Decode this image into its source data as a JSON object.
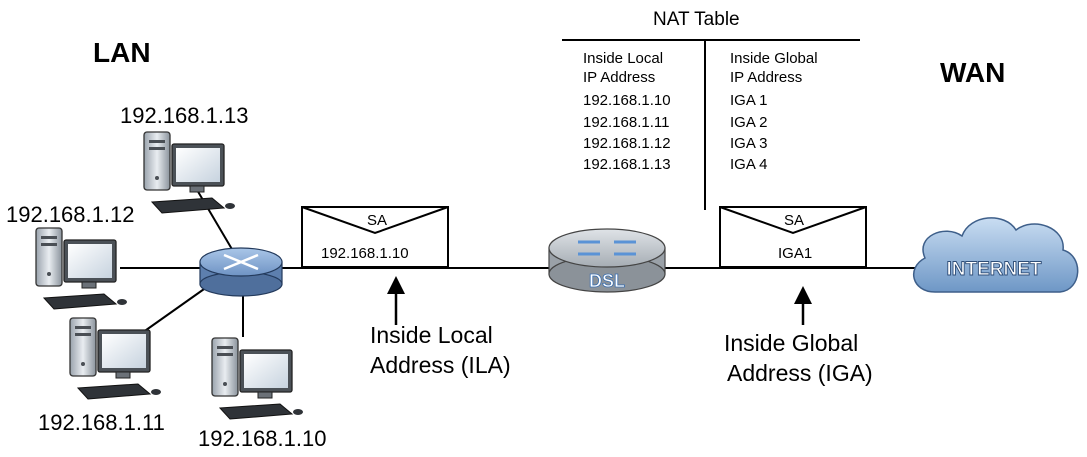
{
  "sections": {
    "lan": "LAN",
    "wan": "WAN"
  },
  "nat_table": {
    "title": "NAT Table",
    "columns": [
      {
        "header": [
          "Inside Local",
          "IP Address"
        ],
        "values": [
          "192.168.1.10",
          "192.168.1.11",
          "192.168.1.12",
          "192.168.1.13"
        ]
      },
      {
        "header": [
          "Inside Global",
          "IP Address"
        ],
        "values": [
          "IGA 1",
          "IGA 2",
          "IGA 3",
          "IGA 4"
        ]
      }
    ]
  },
  "hosts": {
    "host13": "192.168.1.13",
    "host12": "192.168.1.12",
    "host11": "192.168.1.11",
    "host10": "192.168.1.10"
  },
  "packets": {
    "lan_packet": {
      "header": "SA",
      "address": "192.168.1.10"
    },
    "wan_packet": {
      "header": "SA",
      "address": "IGA1"
    }
  },
  "devices": {
    "router_label": "DSL",
    "cloud_label": "INTERNET"
  },
  "annotations": {
    "ila": [
      "Inside Local",
      "Address (ILA)"
    ],
    "iga": [
      "Inside Global",
      "Address (IGA)"
    ]
  }
}
